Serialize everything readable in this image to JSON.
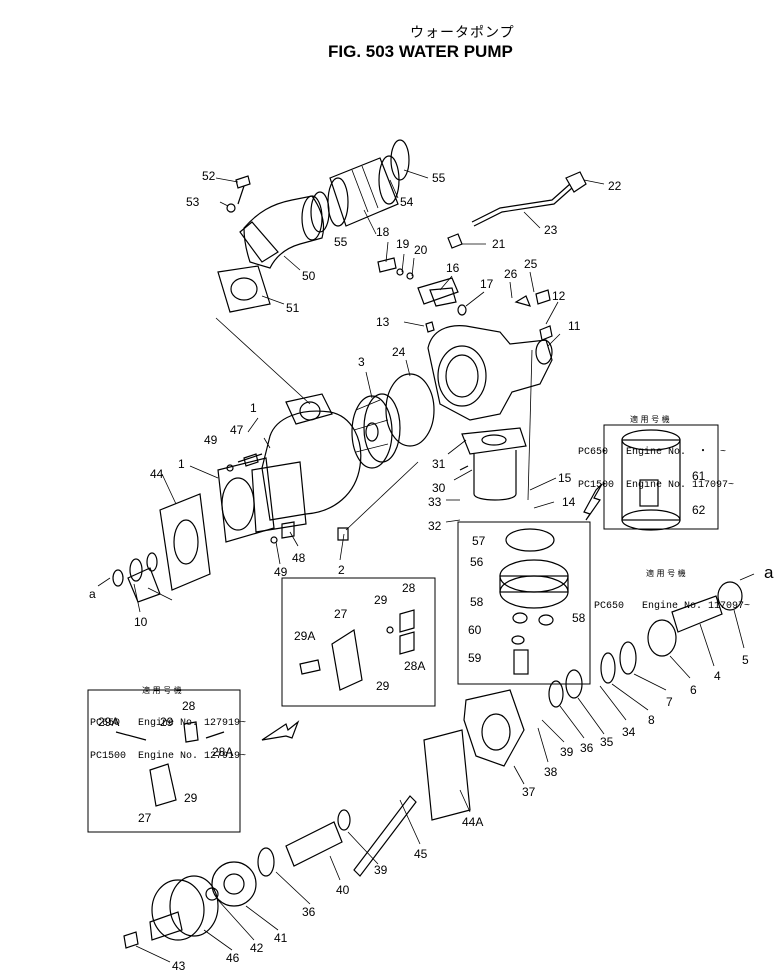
{
  "title": {
    "japanese": "ウォータポンプ",
    "english": "FIG. 503  WATER PUMP"
  },
  "notes": {
    "filter": {
      "header": "適 用 号 機",
      "lines": [
        "PC650   Engine No.  ・  ~",
        "PC1500  Engine No. 117097~"
      ]
    },
    "cover": {
      "header": "適 用 号 機",
      "lines": [
        "PC650   Engine No. 117097~"
      ]
    },
    "bracket": {
      "header": "適 用 号 機",
      "lines": [
        "PC650   Engine No. 127919~",
        "PC1500  Engine No. 127919~"
      ]
    }
  },
  "callouts": {
    "a": "a",
    "1": "1",
    "1b": "1",
    "2": "2",
    "3": "3",
    "4": "4",
    "5": "5",
    "6": "6",
    "7": "7",
    "8": "8",
    "10": "10",
    "11": "11",
    "12": "12",
    "13": "13",
    "14": "14",
    "15": "15",
    "16": "16",
    "17": "17",
    "18": "18",
    "19": "19",
    "20": "20",
    "21": "21",
    "22": "22",
    "23": "23",
    "24": "24",
    "25": "25",
    "26": "26",
    "27": "27",
    "27b": "27",
    "28": "28",
    "28A": "28A",
    "28b": "28",
    "28Ab": "28A",
    "29": "29",
    "29A": "29A",
    "29c": "29",
    "29b": "29",
    "29Ab": "29A",
    "29d": "29",
    "30": "30",
    "31": "31",
    "32": "32",
    "33": "33",
    "34": "34",
    "35": "35",
    "36": "36",
    "36b": "36",
    "37": "37",
    "38": "38",
    "39": "39",
    "39b": "39",
    "40": "40",
    "41": "41",
    "42": "42",
    "43": "43",
    "44": "44",
    "44A": "44A",
    "45": "45",
    "46": "46",
    "47": "47",
    "48": "48",
    "49": "49",
    "49b": "49",
    "50": "50",
    "51": "51",
    "52": "52",
    "53": "53",
    "54": "54",
    "55": "55",
    "55b": "55",
    "56": "56",
    "57": "57",
    "58": "58",
    "58b": "58",
    "59": "59",
    "60": "60",
    "61": "61",
    "62": "62"
  }
}
